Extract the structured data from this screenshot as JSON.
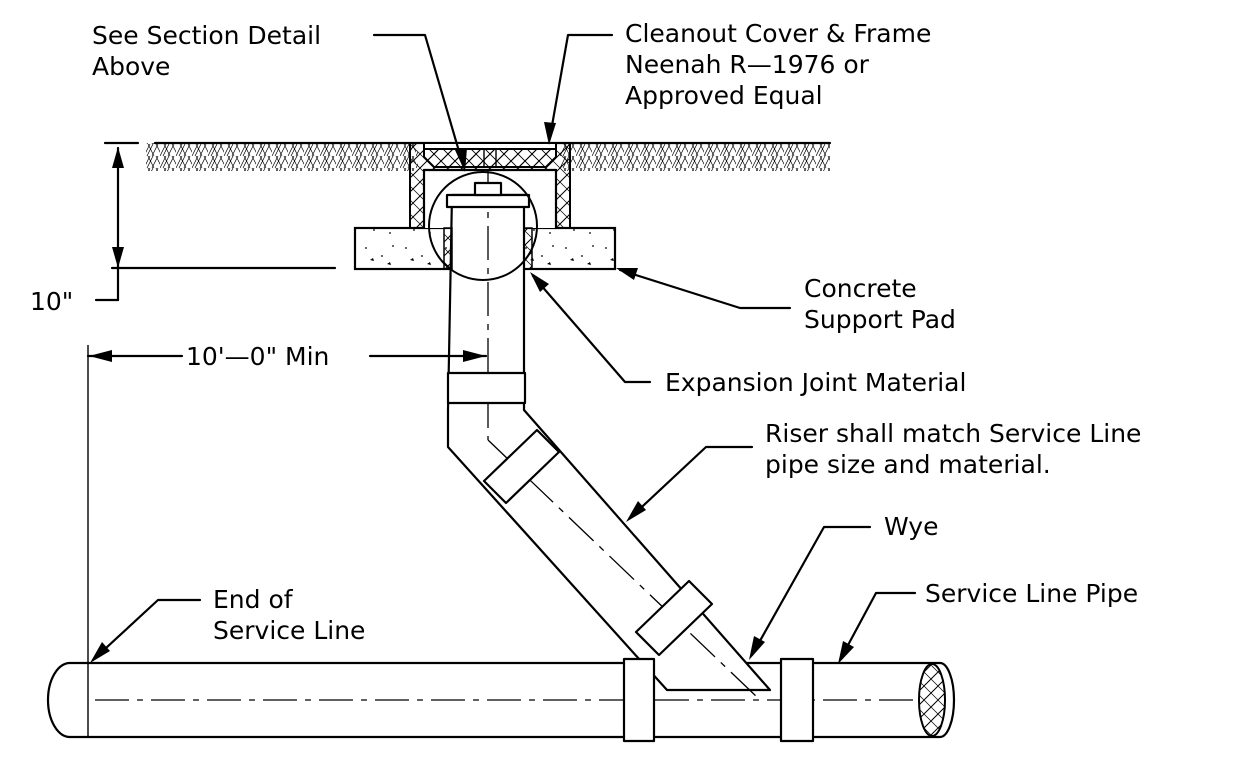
{
  "labels": {
    "see_section_line1": "See Section Detail",
    "see_section_line2": "Above",
    "cleanout_line1": "Cleanout Cover & Frame",
    "cleanout_line2": "Neenah R—1976 or",
    "cleanout_line3": "Approved Equal",
    "depth": "10\"",
    "min_distance": "10'—0\" Min",
    "concrete_line1": "Concrete",
    "concrete_line2": "Support Pad",
    "expansion_joint": "Expansion Joint Material",
    "riser_line1": "Riser shall match Service Line",
    "riser_line2": "pipe size and material.",
    "wye": "Wye",
    "end_line1": "End of",
    "end_line2": "Service Line",
    "service_pipe": "Service Line Pipe"
  }
}
